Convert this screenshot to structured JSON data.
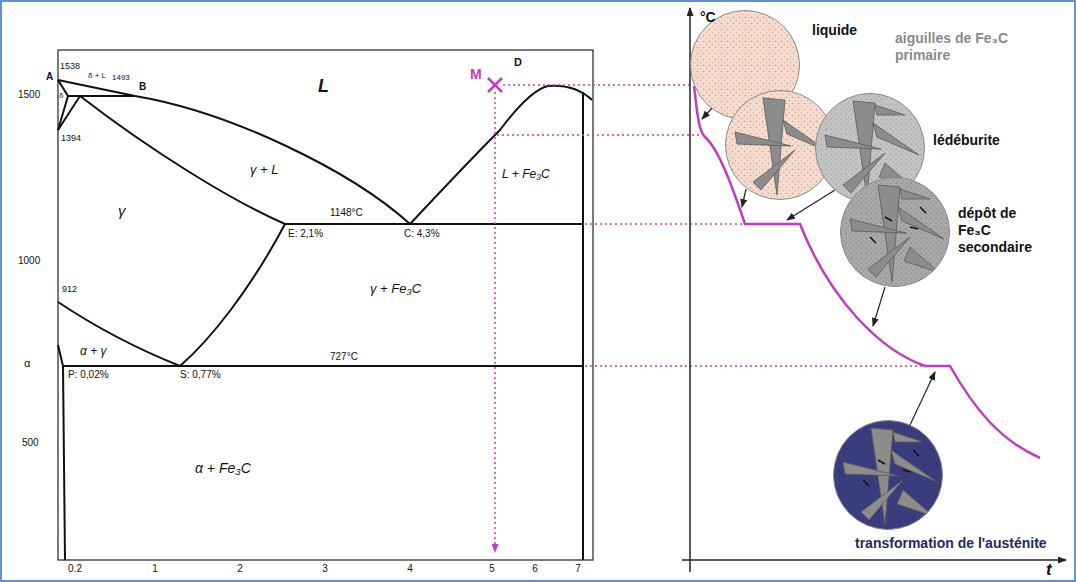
{
  "diagram": {
    "nodes": [
      {
        "text": [
          "liquide"
        ]
      },
      {
        "text": [
          "aiguilles de Fe₃C primaire"
        ]
      },
      {
        "text": [
          "lédéburite"
        ]
      },
      {
        "text": [
          "dépôt de Fe₃C secondaire"
        ]
      },
      {
        "text": [
          "transformation de l'austénite"
        ]
      }
    ],
    "labels": [
      "A",
      "1538",
      "δ + L",
      "1493",
      "δ",
      "B",
      "1500",
      "1394",
      "M",
      "D",
      "L",
      "γ + L",
      "L + Fe₃C",
      "γ",
      "1148°C",
      "E: 2,1%",
      "C: 4,3%",
      "1000",
      "912",
      "γ + Fe₃C",
      "α + γ",
      "α",
      "727°C",
      "P: 0,02%",
      "S: 0,77%",
      "500",
      "α + Fe₃C",
      "0.2",
      "1",
      "2",
      "3",
      "4",
      "5",
      "6",
      "7",
      "°C",
      "t"
    ]
  }
}
